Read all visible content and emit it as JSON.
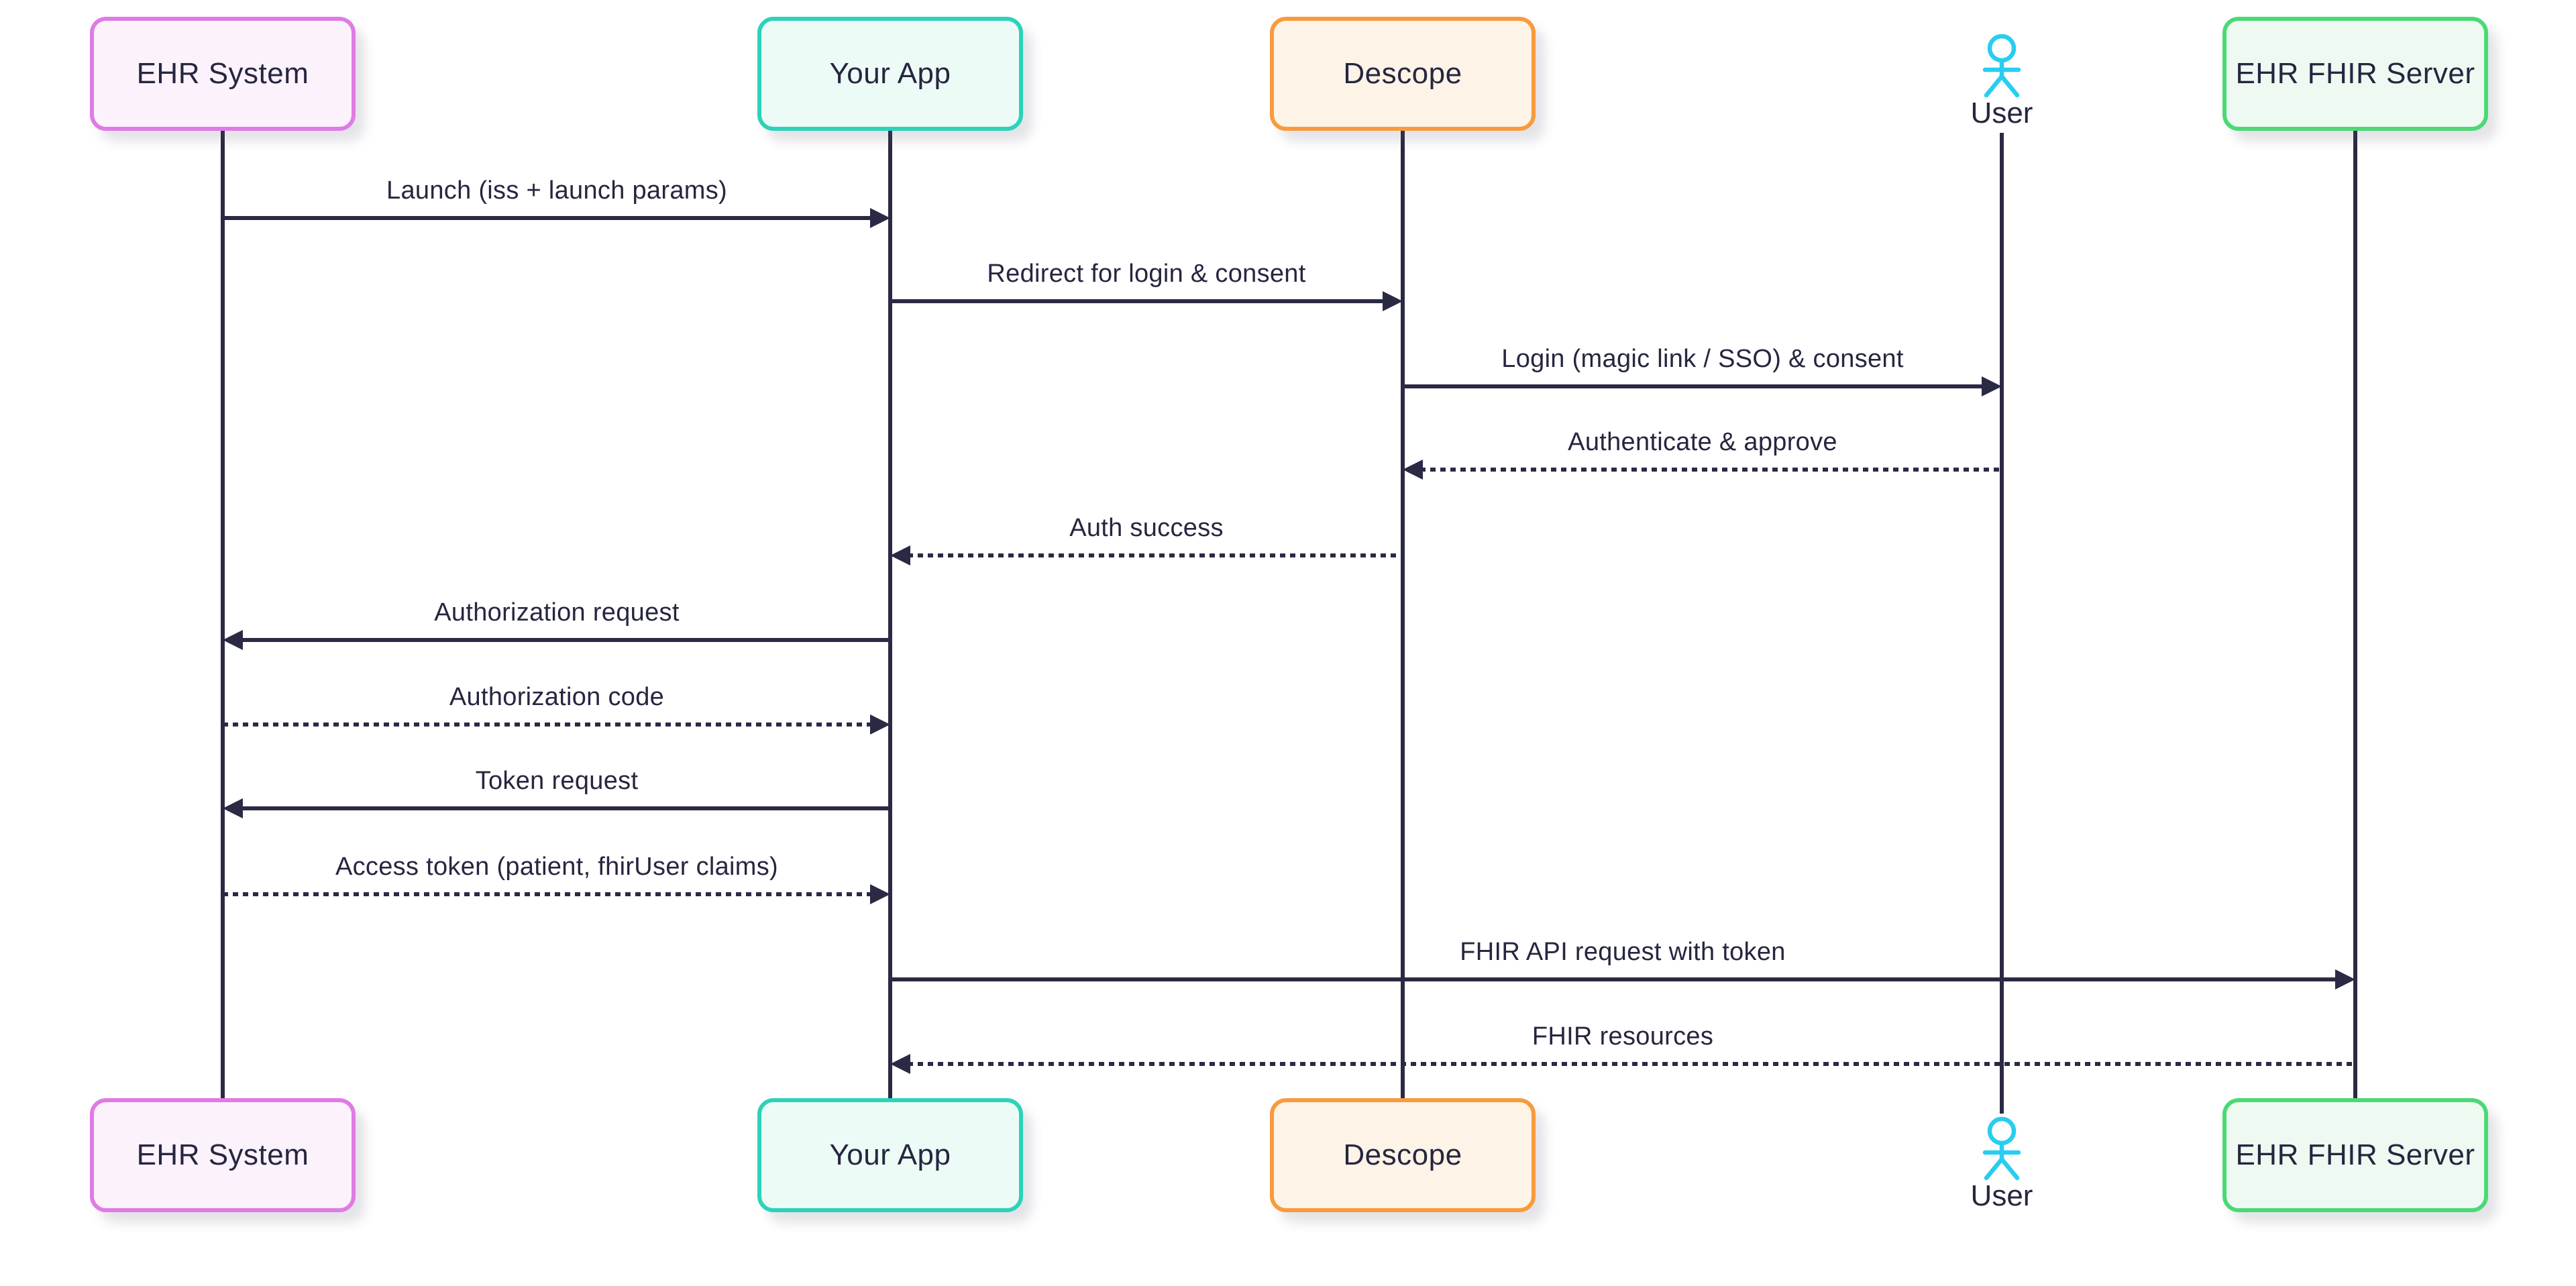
{
  "diagram_type": "sequence-diagram",
  "colors": {
    "ink": "#2b2a44",
    "text": "#262640",
    "ehr_system_accent": "#df7be4",
    "ehr_system_fill": "#fcf2fc",
    "your_app_accent": "#2cd2ba",
    "your_app_fill": "#edfbf7",
    "descope_accent": "#f89a3d",
    "descope_fill": "#fdf3e6",
    "user_accent": "#29cdf0",
    "fhir_server_accent": "#4bd976",
    "fhir_server_fill": "#eefaf1"
  },
  "participants": [
    {
      "id": "ehr-system",
      "label": "EHR System",
      "type": "box"
    },
    {
      "id": "your-app",
      "label": "Your App",
      "type": "box"
    },
    {
      "id": "descope",
      "label": "Descope",
      "type": "box"
    },
    {
      "id": "user",
      "label": "User",
      "type": "actor"
    },
    {
      "id": "ehr-fhir-server",
      "label": "EHR FHIR Server",
      "type": "box"
    }
  ],
  "messages": [
    {
      "from": "ehr-system",
      "to": "your-app",
      "label": "Launch (iss + launch params)",
      "line": "solid"
    },
    {
      "from": "your-app",
      "to": "descope",
      "label": "Redirect for login & consent",
      "line": "solid"
    },
    {
      "from": "descope",
      "to": "user",
      "label": "Login (magic link / SSO) & consent",
      "line": "solid"
    },
    {
      "from": "user",
      "to": "descope",
      "label": "Authenticate & approve",
      "line": "dotted"
    },
    {
      "from": "descope",
      "to": "your-app",
      "label": "Auth success",
      "line": "dotted"
    },
    {
      "from": "your-app",
      "to": "ehr-system",
      "label": "Authorization request",
      "line": "solid"
    },
    {
      "from": "ehr-system",
      "to": "your-app",
      "label": "Authorization code",
      "line": "dotted"
    },
    {
      "from": "your-app",
      "to": "ehr-system",
      "label": "Token request",
      "line": "solid"
    },
    {
      "from": "ehr-system",
      "to": "your-app",
      "label": "Access token (patient, fhirUser claims)",
      "line": "dotted"
    },
    {
      "from": "your-app",
      "to": "ehr-fhir-server",
      "label": "FHIR API request with token",
      "line": "solid"
    },
    {
      "from": "ehr-fhir-server",
      "to": "your-app",
      "label": "FHIR resources",
      "line": "dotted"
    }
  ]
}
